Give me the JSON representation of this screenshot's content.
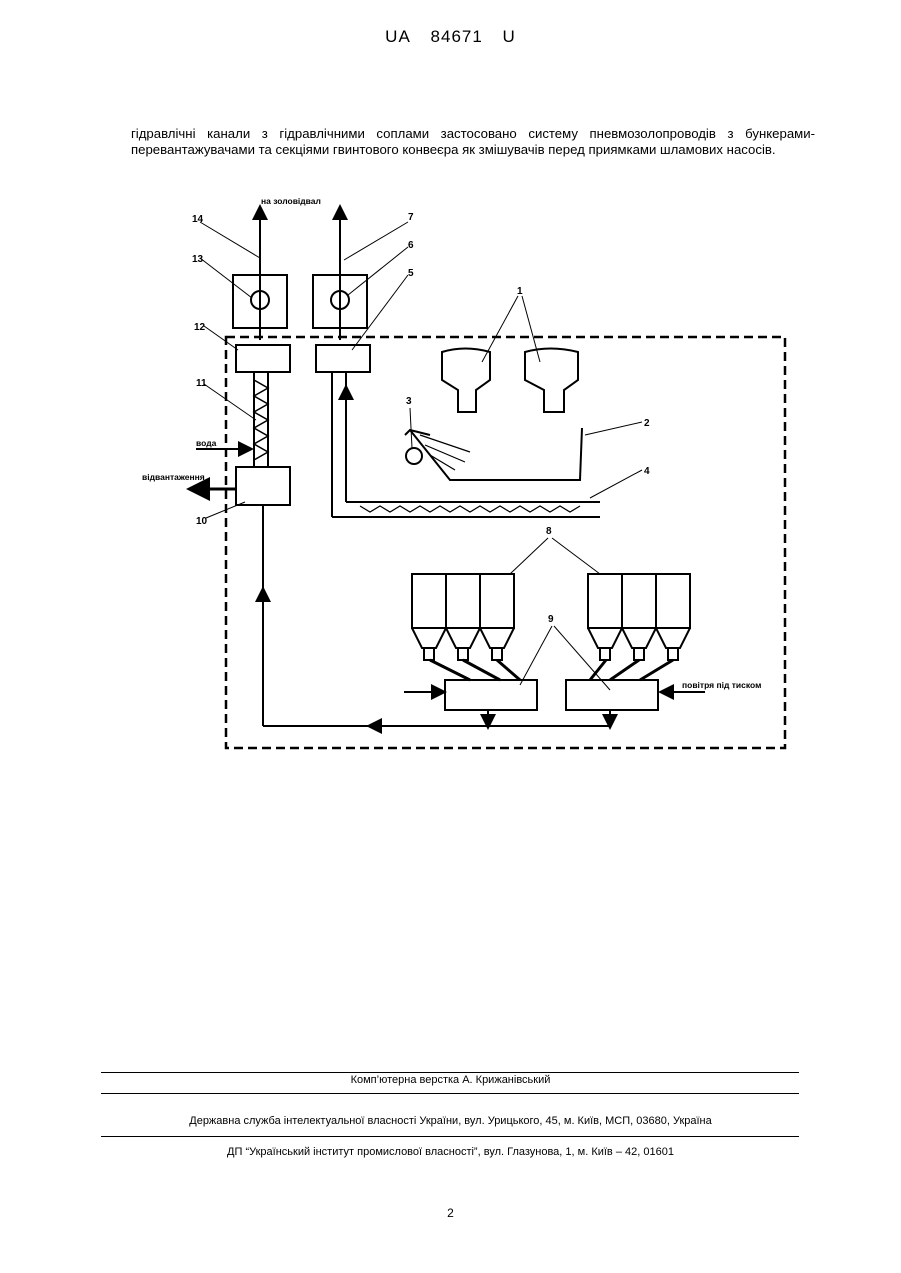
{
  "header": {
    "prefix": "UA",
    "number": "84671",
    "suffix": "U"
  },
  "body_text": "гідравлічні канали з гідравлічними соплами застосовано систему пневмозолопроводів з бункерами-перевантажувачами та секціями гвинтового конвеєра як змішувачів перед приямками шламових насосів.",
  "figure": {
    "labels": {
      "ash_dump": "на золовідвал",
      "water": "вода",
      "shipment": "відвантаження",
      "compressed_air": "повітря під тиском"
    },
    "numbers": [
      "1",
      "2",
      "3",
      "4",
      "5",
      "6",
      "7",
      "8",
      "9",
      "10",
      "11",
      "12",
      "13",
      "14"
    ]
  },
  "footer": {
    "layout": "Комп’ютерна верстка А. Крижанівський",
    "agency": "Державна служба інтелектуальної власності України, вул. Урицького, 45, м. Київ, МСП, 03680, Україна",
    "institute": "ДП “Український інститут промислової власності”, вул. Глазунова, 1, м. Київ – 42, 01601"
  },
  "page_number": "2"
}
